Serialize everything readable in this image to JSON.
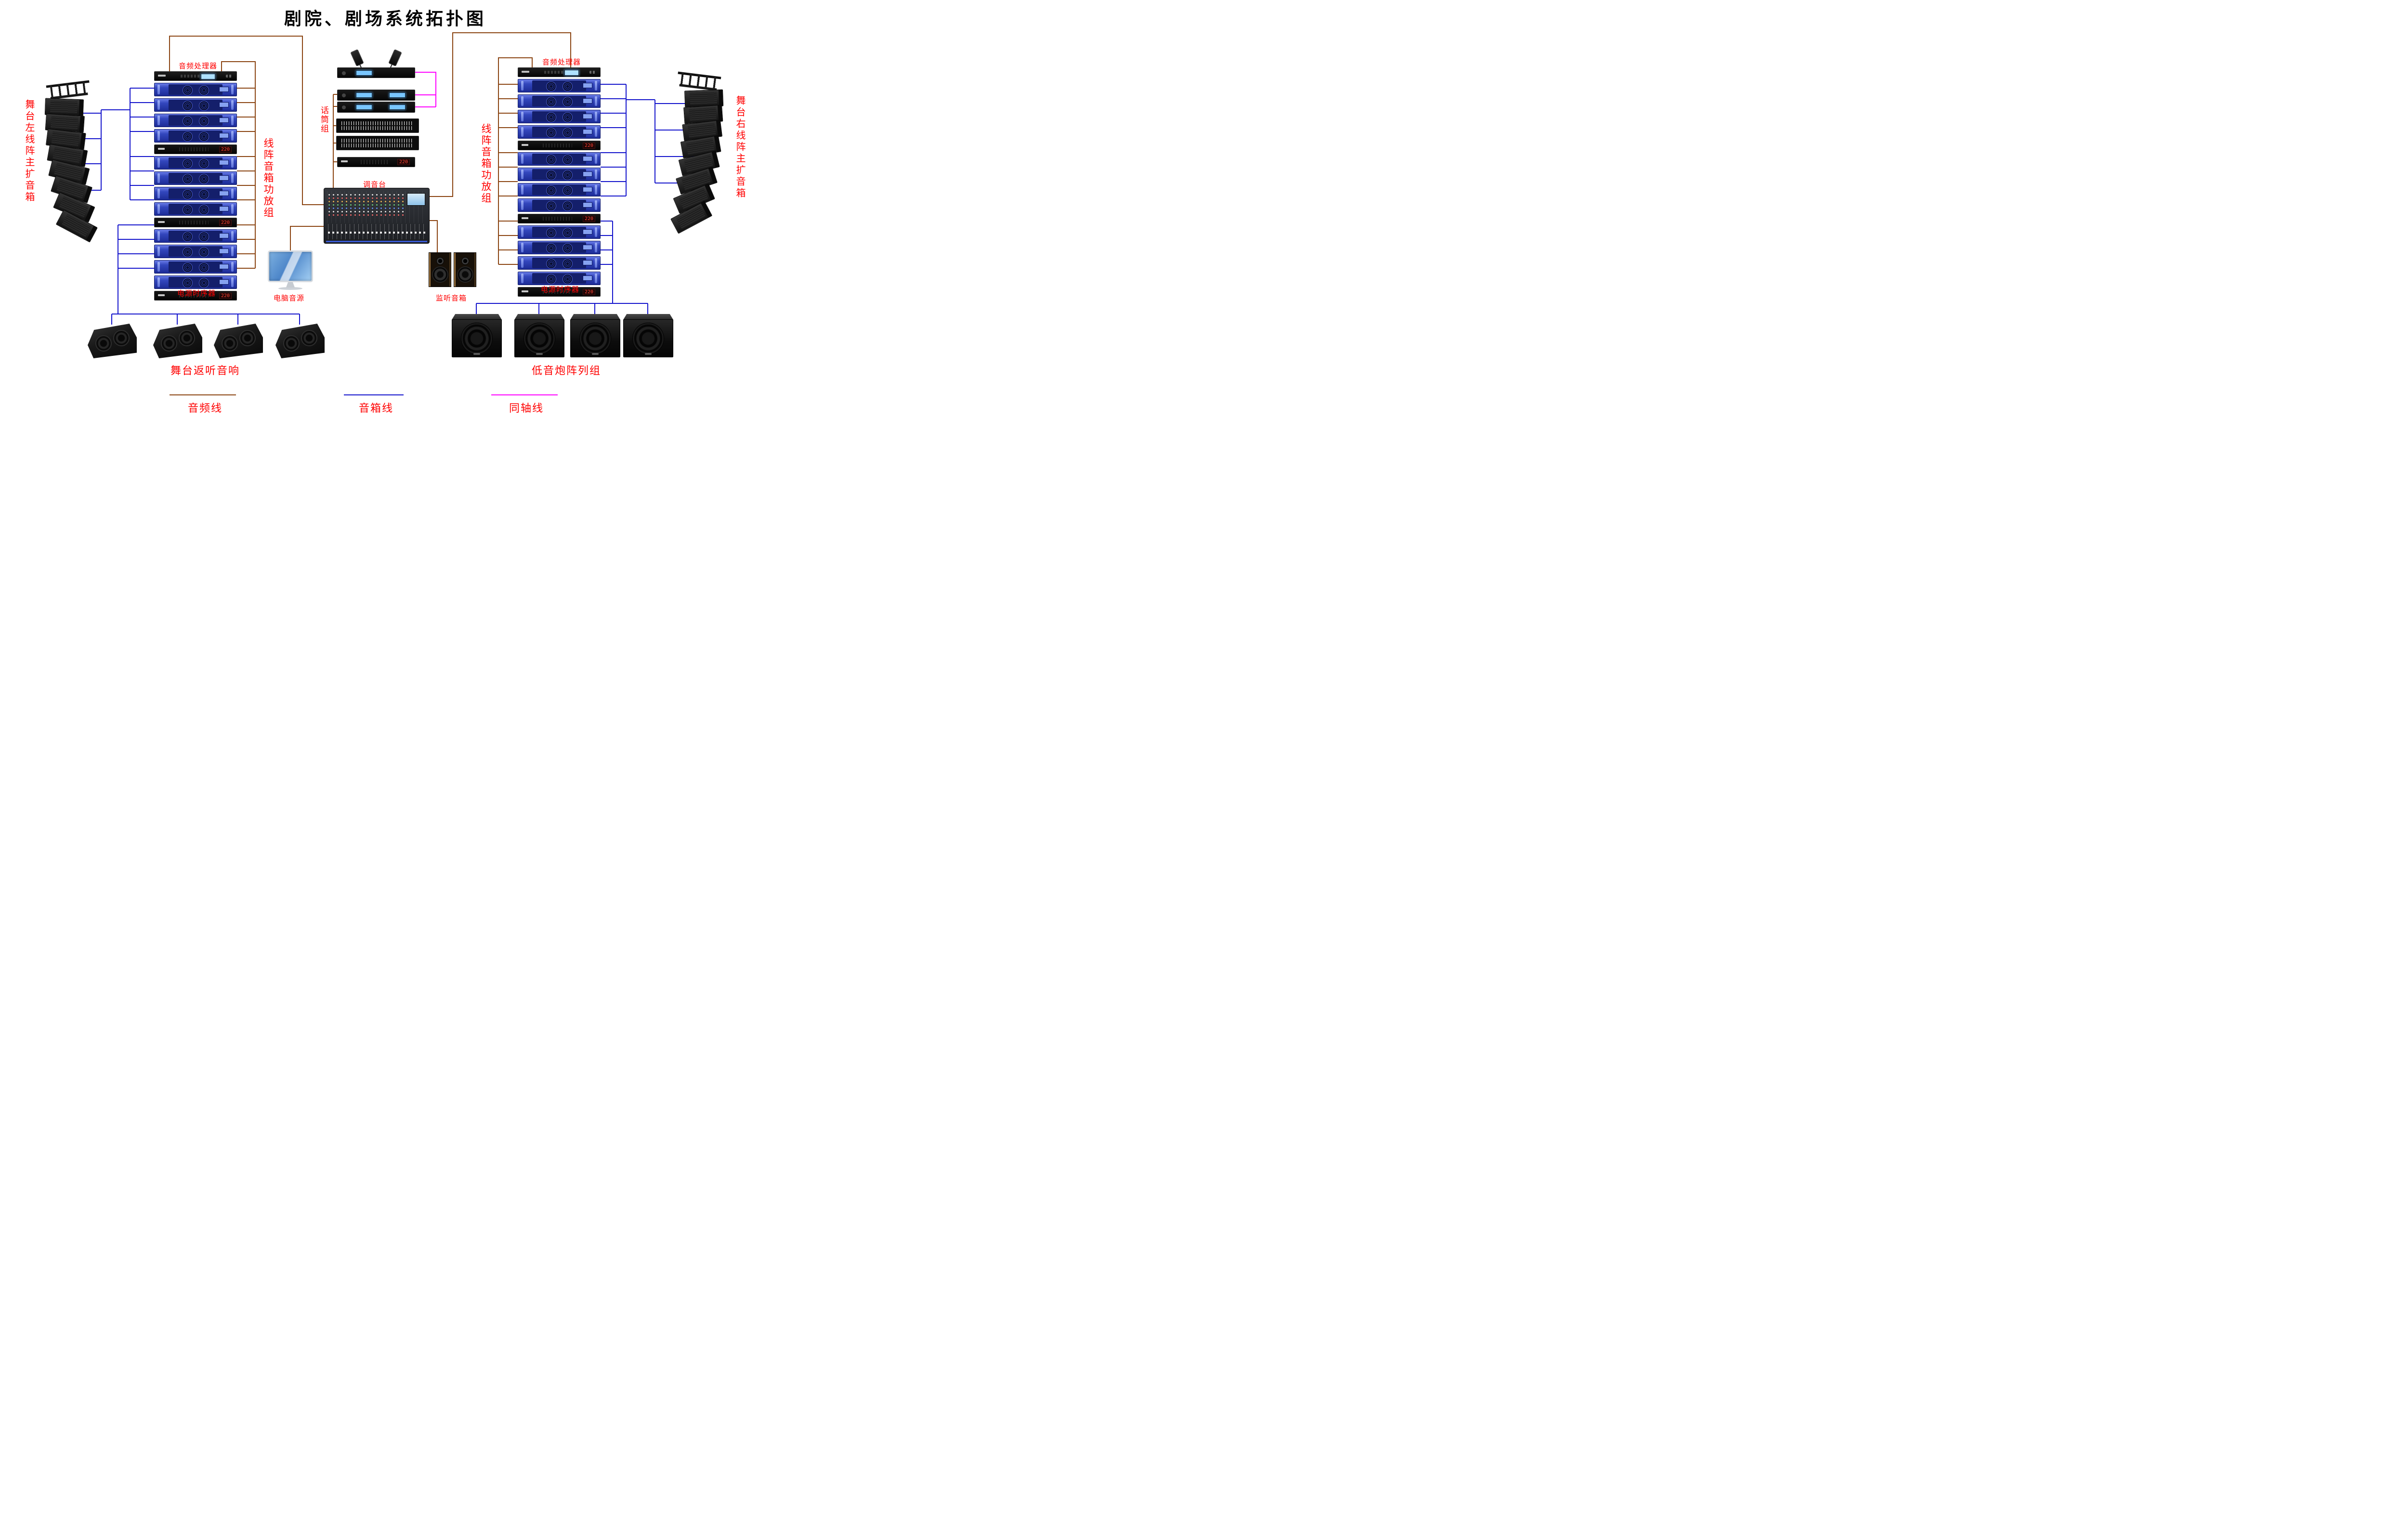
{
  "title": "剧院、剧场系统拓扑图",
  "labels": {
    "left_array": "舞台左线阵主扩音箱",
    "right_array": "舞台右线阵主扩音箱",
    "left_processor": "音频处理器",
    "right_processor": "音频处理器",
    "left_amp_group": "线阵音箱功放组",
    "right_amp_group": "线阵音箱功放组",
    "mic_group": "话筒组",
    "mixer": "调音台",
    "computer_source": "电脑音源",
    "monitor_speakers": "监听音箱",
    "left_power_sequencer": "电源时序器",
    "right_power_sequencer": "电源时序器",
    "stage_monitors": "舞台返听音响",
    "subwoofer_array": "低音炮阵列组"
  },
  "devices": {
    "sequencer_display": "220"
  },
  "legend": {
    "audio_cable": "音频线",
    "speaker_cable": "音箱线",
    "coax_cable": "同轴线"
  },
  "colors": {
    "audio_line": "#8b4513",
    "speaker_line": "#1414cc",
    "coax_line": "#ff00ff",
    "label_red": "#ff0000"
  }
}
